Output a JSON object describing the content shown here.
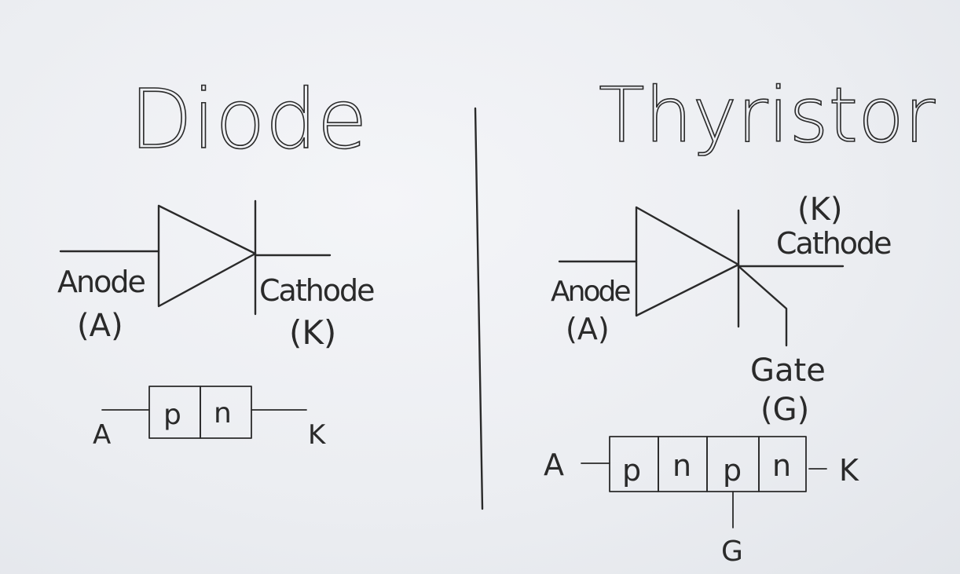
{
  "diode": {
    "title": "Diode",
    "anode_label": "Anode",
    "anode_abbr": "(A)",
    "cathode_label": "Cathode",
    "cathode_abbr": "(K)",
    "junction": {
      "left_terminal": "A",
      "right_terminal": "K",
      "layers": [
        "p",
        "n"
      ]
    }
  },
  "thyristor": {
    "title": "Thyristor",
    "anode_label": "Anode",
    "anode_abbr": "(A)",
    "cathode_abbr": "(K)",
    "cathode_label": "Cathode",
    "gate_label": "Gate",
    "gate_abbr": "(G)",
    "junction": {
      "left_terminal": "A",
      "right_terminal": "K",
      "gate_terminal": "G",
      "layers": [
        "p",
        "n",
        "p",
        "n"
      ]
    }
  }
}
